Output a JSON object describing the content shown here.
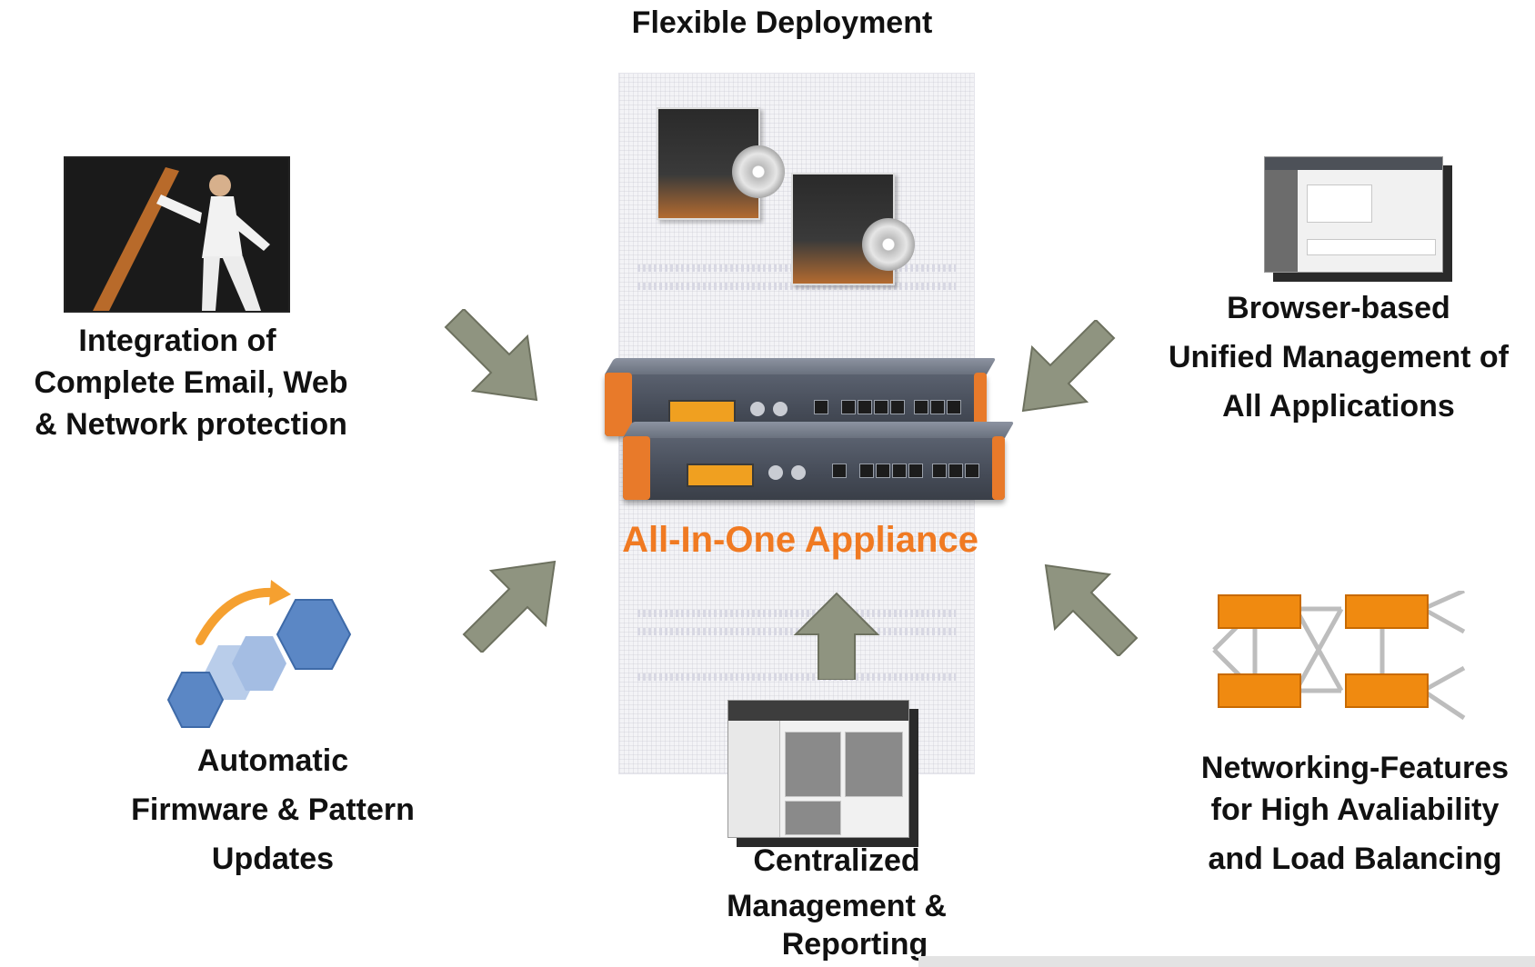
{
  "diagram": {
    "top_title": "Flexible Deployment",
    "center_title": "All-In-One Appliance",
    "features": {
      "integration": {
        "lines": [
          "Integration of",
          "Complete Email, Web",
          "& Network protection"
        ]
      },
      "browser": {
        "lines": [
          "Browser-based",
          "Unified Management of",
          "All Applications"
        ]
      },
      "automatic": {
        "lines": [
          "Automatic",
          "Firmware & Pattern",
          "Updates"
        ]
      },
      "networking": {
        "lines": [
          "Networking-Features",
          "for High Avaliability",
          "and Load Balancing"
        ]
      },
      "centralized": {
        "lines": [
          "Centralized",
          "Management &",
          "Reporting"
        ]
      }
    },
    "colors": {
      "accent": "#f07a22",
      "arrow": "#8f9480",
      "hexagon": "#5b87c5",
      "network_box": "#f08a10"
    },
    "icons": {
      "integration": "karate-photo",
      "browser": "browser-screenshot",
      "automatic": "hexagon-update-icon",
      "networking": "network-topology-icon",
      "centralized": "management-screenshot",
      "arrows": "arrow-icon"
    }
  }
}
